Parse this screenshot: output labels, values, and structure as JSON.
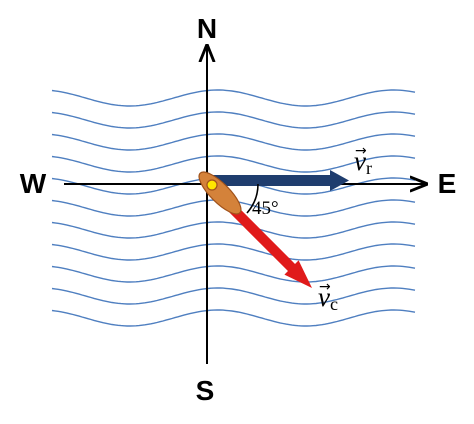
{
  "compass": {
    "north": "N",
    "south": "S",
    "east": "E",
    "west": "W"
  },
  "vectors": {
    "river": {
      "symbol": "v",
      "subscript": "r",
      "direction": "east"
    },
    "crossing": {
      "symbol": "v",
      "subscript": "c",
      "direction": "south-east"
    }
  },
  "angle": {
    "value": "45°"
  },
  "colors": {
    "waves": "#4f7fc0",
    "river_vector": "#1f3d6e",
    "crossing_vector": "#e01a1a",
    "boat_fill": "#d4823a",
    "boat_stroke": "#a0521a",
    "boat_center": "#ffe800",
    "axes": "#000000"
  }
}
